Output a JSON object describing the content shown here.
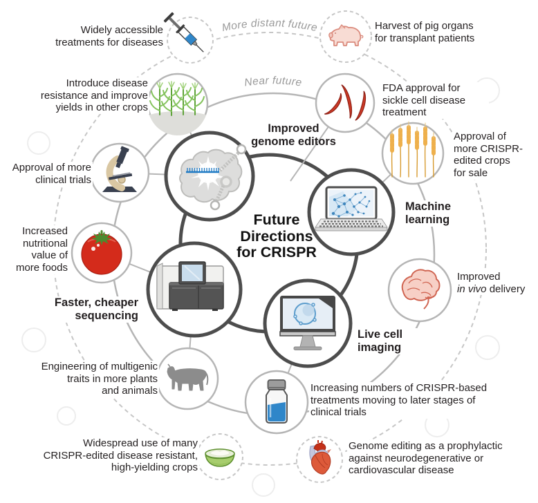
{
  "figure": {
    "title": "Future\nDirections\nfor CRISPR",
    "ring_labels": {
      "near": "Near future",
      "distant": "More distant future"
    },
    "core_nodes": {
      "genome_editors": {
        "label": "Improved\ngenome editors",
        "icon": "cas9-protein-icon"
      },
      "machine_learning": {
        "label": "Machine\nlearning",
        "icon": "laptop-network-icon"
      },
      "live_cell_imaging": {
        "label": "Live cell\nimaging",
        "icon": "monitor-cell-icon"
      },
      "sequencing": {
        "label": "Faster, cheaper\nsequencing",
        "icon": "dna-sequencer-icon"
      }
    },
    "near_future_items": {
      "crop_yields": {
        "label": "Introduce disease\nresistance and improve\nyields in other crops",
        "icon": "corn-icon"
      },
      "sickle_cell": {
        "label": "FDA approval for\nsickle cell disease\ntreatment",
        "icon": "sickle-cells-icon"
      },
      "crops_for_sale": {
        "label": "Approval of\nmore CRISPR-\nedited crops\nfor sale",
        "icon": "wheat-icon"
      },
      "clinical_trials": {
        "label": "Approval of more\nclinical trials",
        "icon": "microscope-icon"
      },
      "nutrition": {
        "label": "Increased\nnutritional\nvalue of\nmore foods",
        "icon": "tomato-icon"
      },
      "in_vivo": {
        "label_line1": "Improved",
        "label_italic": "in vivo",
        "label_rest": " delivery",
        "icon": "brain-icon"
      },
      "multigenic": {
        "label": "Engineering of multigenic\ntraits in more plants\nand animals",
        "icon": "cow-icon"
      },
      "later_stage_trials": {
        "label": "Increasing numbers of CRISPR-based\ntreatments moving to later stages of\nclinical trials",
        "icon": "vial-icon"
      }
    },
    "distant_future_items": {
      "accessible_treatments": {
        "label": "Widely accessible\ntreatments for diseases",
        "icon": "syringe-icon"
      },
      "pig_organs": {
        "label": "Harvest of pig organs\nfor transplant patients",
        "icon": "pig-icon"
      },
      "widespread_crops": {
        "label": "Widespread use of many\nCRISPR-edited disease resistant,\nhigh-yielding crops",
        "icon": "bowl-icon"
      },
      "prophylactic": {
        "label": "Genome editing as a prophylactic\nagainst neurodegenerative or\ncardiovascular disease",
        "icon": "heart-icon"
      }
    },
    "colors": {
      "text": "#231f20",
      "ring_label": "#9a9a9a",
      "core_ring": "#4d4d4d",
      "near_ring": "#b5b5b5",
      "distant_ring": "#c6c6c6",
      "blue": "#2f86c9",
      "red": "#c9342a",
      "green": "#7ab648",
      "gold": "#eaa94e",
      "pink": "#e8a096"
    }
  }
}
